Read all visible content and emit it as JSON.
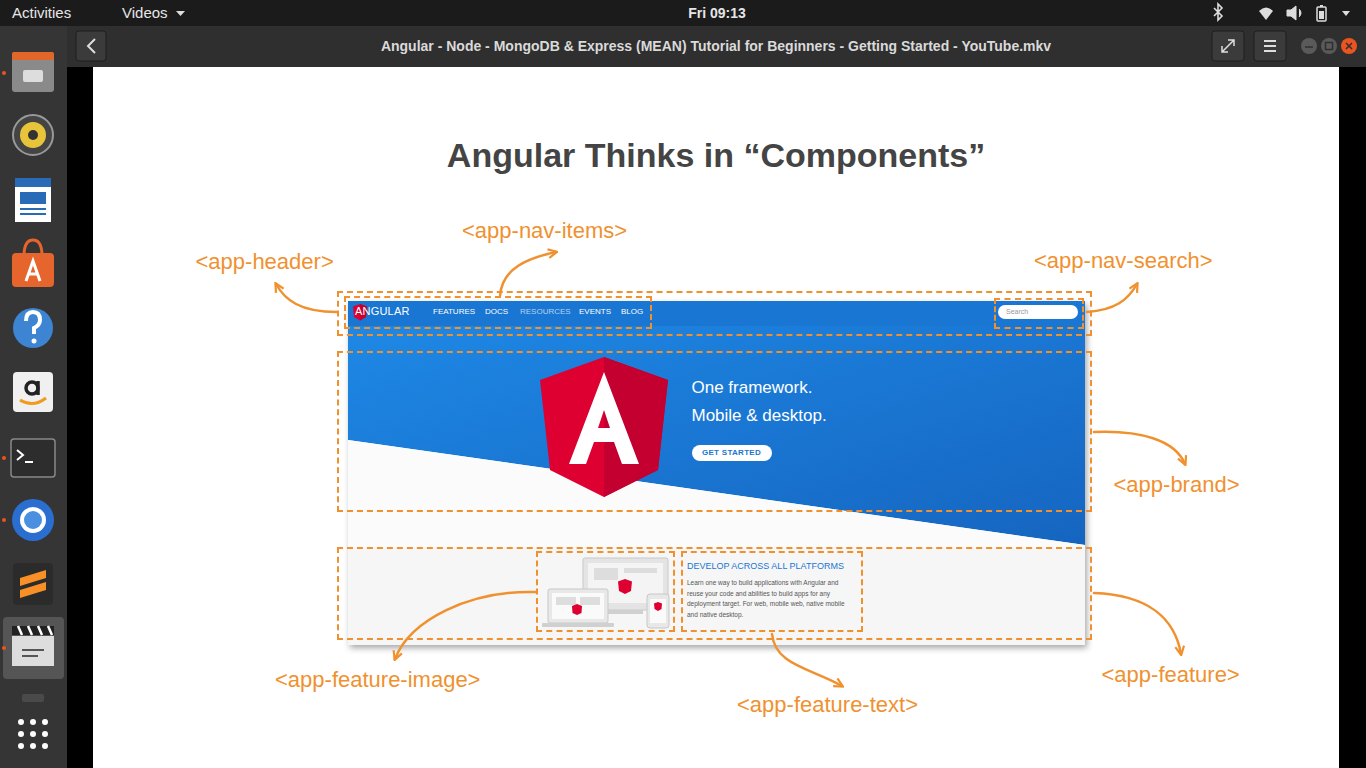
{
  "diagram": {
    "title": "Angular Thinks in “Components”",
    "nodes": [
      {
        "text": [
          "<app-header>"
        ]
      },
      {
        "text": [
          "<app-nav-items>",
          "ANGULAR",
          "FEATURES",
          "DOCS",
          "RESOURCES",
          "EVENTS",
          "BLOG"
        ],
        "in": 0
      },
      {
        "text": [
          "<app-nav-search>"
        ],
        "in": 0
      },
      {
        "text": [
          "Search"
        ],
        "in": 2
      },
      {
        "text": [
          "<app-brand>",
          "One framework. Mobile & desktop."
        ]
      },
      {
        "text": [
          "GET STARTED"
        ],
        "in": 4
      },
      {
        "text": [
          "<app-feature>"
        ]
      },
      {
        "text": [
          "<app-feature-image>"
        ],
        "in": 6
      },
      {
        "text": [
          "<app-feature-text>",
          "DEVELOP ACROSS ALL PLATFORMS",
          "Learn one way to build applications with Angular and reuse your code and abilities to build apps for any deployment target. For web, mobile web, native mobile and native desktop."
        ],
        "in": 6
      }
    ],
    "labels": [
      "Activities",
      "Videos",
      "Fri 09:13",
      "Angular - Node - MongoDB & Express (MEAN) Tutorial for Beginners - Getting Started - YouTube.mkv"
    ]
  }
}
